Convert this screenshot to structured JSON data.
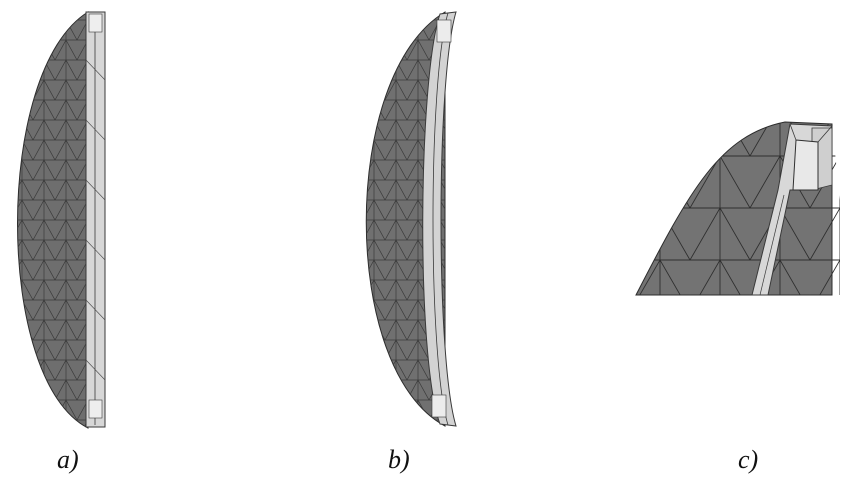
{
  "labels": {
    "a": "a)",
    "b": "b)",
    "c": "c)"
  },
  "colors": {
    "mesh_fill": "#6e6e6e",
    "mesh_fill_light": "#7c7c7c",
    "mesh_edge": "#3a3a3a",
    "rim_fill": "#d7d7d7",
    "rim_highlight": "#eeeeee"
  }
}
